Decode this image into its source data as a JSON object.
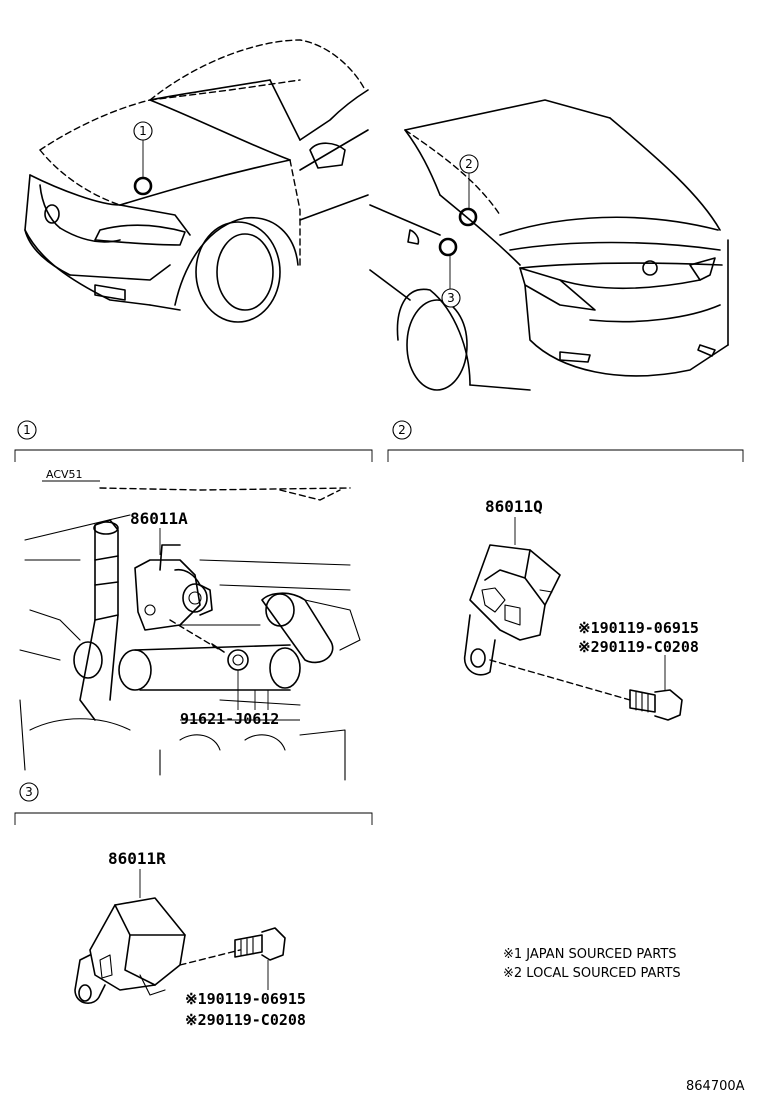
{
  "callouts": {
    "c1": "1",
    "c2": "2",
    "c3": "3"
  },
  "sections": {
    "s1": {
      "number": "1",
      "model": "ACV51"
    },
    "s2": {
      "number": "2"
    },
    "s3": {
      "number": "3"
    }
  },
  "parts": {
    "s1_sensor": "86011A",
    "s1_bolt": "91621-J0612",
    "s2_sensor": "86011Q",
    "s2_bolt_a": "※190119-06915",
    "s2_bolt_b": "※290119-C0208",
    "s3_sensor": "86011R",
    "s3_bolt_a": "※190119-06915",
    "s3_bolt_b": "※290119-C0208"
  },
  "notes": {
    "n1": "※1 JAPAN SOURCED PARTS",
    "n2": "※2 LOCAL SOURCED PARTS"
  },
  "diagram_id": "864700A"
}
